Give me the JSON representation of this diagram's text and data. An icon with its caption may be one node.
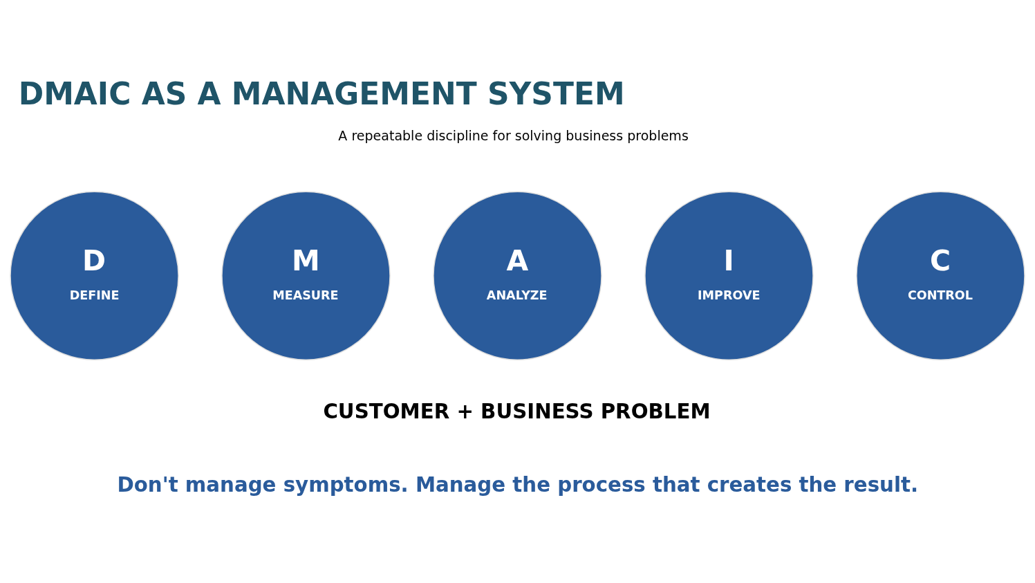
{
  "diagram": {
    "title": "DMAIC AS A MANAGEMENT SYSTEM",
    "nodes": [
      {
        "text": [
          "D",
          "DEFINE"
        ]
      },
      {
        "text": [
          "M",
          "MEASURE"
        ]
      },
      {
        "text": [
          "A",
          "ANALYZE"
        ]
      },
      {
        "text": [
          "I",
          "IMPROVE"
        ]
      },
      {
        "text": [
          "C",
          "CONTROL"
        ]
      }
    ],
    "edges": [],
    "labels": [
      "A repeatable discipline for solving business problems",
      "CUSTOMER + BUSINESS PROBLEM",
      "Don't manage symptoms. Manage the process that creates the result."
    ]
  }
}
